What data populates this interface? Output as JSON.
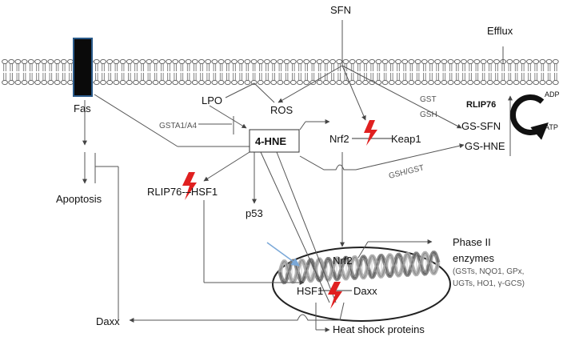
{
  "labels": {
    "sfn": "SFN",
    "efflux": "Efflux",
    "fas": "Fas",
    "lpo": "LPO",
    "ros": "ROS",
    "gsta": "GSTA1/A4",
    "hne": "4-HNE",
    "nrf2_top": "Nrf2",
    "keap1": "Keap1",
    "gst": "GST",
    "gsh": "GSH",
    "rlip76": "RLIP76",
    "adp": "ADP",
    "atp": "ATP",
    "gs_sfn": "GS-SFN",
    "gs_hne": "GS-HNE",
    "gsh_gst": "GSH/GST",
    "apoptosis": "Apoptosis",
    "rlip_hsf1": "RLIP76-–HSF1",
    "p53": "p53",
    "nrf2_nuc": "Nrf2",
    "hsf1": "HSF1",
    "daxx_nuc": "Daxx",
    "daxx_left": "Daxx",
    "heat_shock": "Heat shock proteins",
    "phase2_line1": "Phase II",
    "phase2_line2": "enzymes",
    "enz_line1": "(GSTs, NQO1, GPx,",
    "enz_line2": "UGTs, HO1, γ-GCS)"
  },
  "colors": {
    "membrane": "#666666",
    "lightning": "#e02020",
    "fas_fill": "#0a0a0a",
    "fas_border": "#2a5a8a",
    "arrow_blue": "#7aa8d8"
  }
}
